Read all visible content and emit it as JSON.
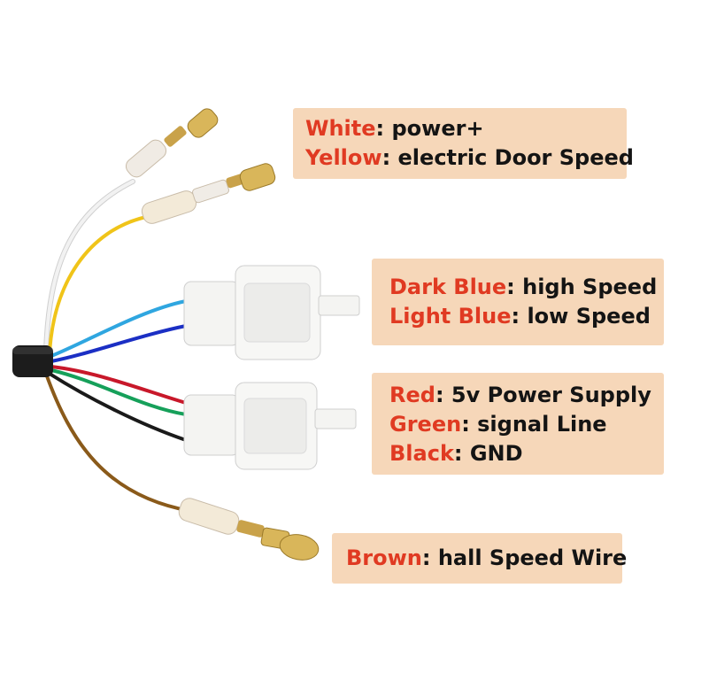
{
  "labels": [
    {
      "lines": [
        {
          "color": "White",
          "desc": ": power+"
        },
        {
          "color": "Yellow",
          "desc": ": electric Door Speed"
        }
      ]
    },
    {
      "lines": [
        {
          "color": "Dark Blue",
          "desc": ": high Speed"
        },
        {
          "color": "Light Blue",
          "desc": ": low Speed"
        }
      ]
    },
    {
      "lines": [
        {
          "color": "Red",
          "desc": ": 5v Power Supply"
        },
        {
          "color": "Green",
          "desc": ": signal Line"
        },
        {
          "color": "Black",
          "desc": ": GND"
        }
      ]
    },
    {
      "lines": [
        {
          "color": "Brown",
          "desc": ": hall Speed Wire"
        }
      ]
    }
  ],
  "colors": {
    "label_background": "#f6d7b9",
    "label_color_name": "#e03a22",
    "label_text": "#141414",
    "wire_white": "#f2f2f2",
    "wire_yellow": "#f0c419",
    "wire_light_blue": "#2fa6e0",
    "wire_dark_blue": "#1b2fc4",
    "wire_red": "#c8182a",
    "wire_green": "#16a05a",
    "wire_black": "#1a1a1a",
    "wire_brown": "#8a5a1a",
    "cable_jacket": "#1c1c1c",
    "connector_housing": "#f4f4f2",
    "terminal_brass": "#c9a24a"
  }
}
